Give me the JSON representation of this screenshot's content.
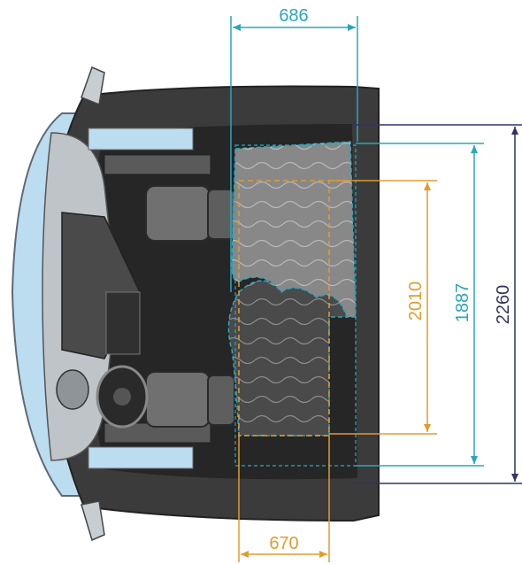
{
  "dimensions": {
    "top_width": "686",
    "bottom_width": "670",
    "orange_length": "2010",
    "cyan_length": "1887",
    "navy_length": "2260"
  },
  "colors": {
    "cyan": "#2aa6be",
    "orange": "#e39b2c",
    "navy": "#2f3468",
    "cab_dark": "#3b3b3b",
    "floor": "#262626",
    "glass": "#bcdcef",
    "seat": "#707070",
    "bed_fill": "#8f8f8f"
  }
}
